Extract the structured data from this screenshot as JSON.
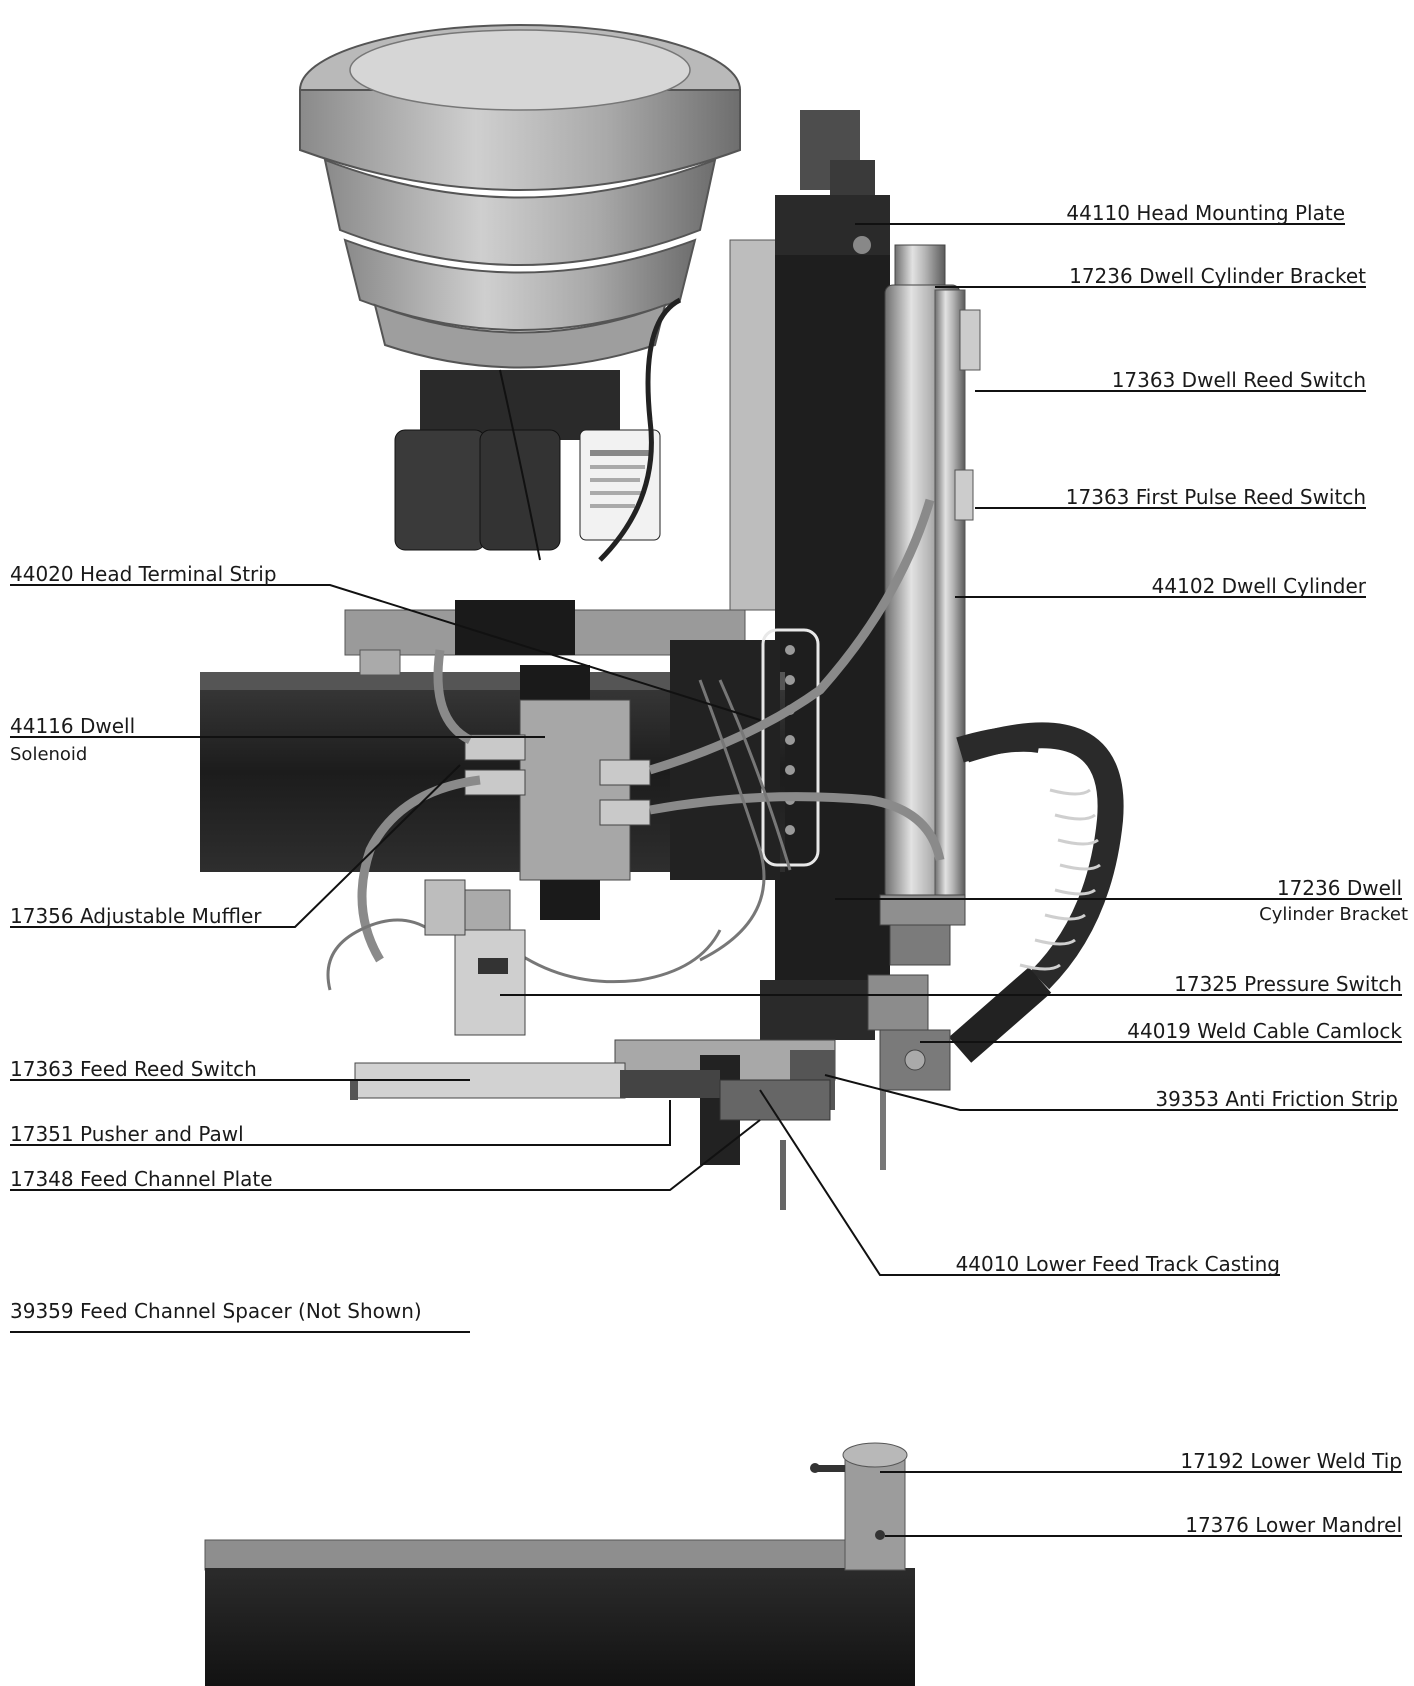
{
  "callouts": {
    "c44110": "44110 Head Mounting Plate",
    "c17236a": "17236 Dwell Cylinder Bracket",
    "c17363a": "17363 Dwell Reed Switch",
    "c17363b": "17363 First Pulse Reed Switch",
    "c44102": "44102 Dwell Cylinder",
    "c44020": "44020 Head Terminal Strip",
    "c44116_l1": "44116 Dwell",
    "c44116_l2": "Solenoid",
    "c17356": "17356 Adjustable Muffler",
    "c17236b_l1": "17236 Dwell",
    "c17236b_l2": "Cylinder Bracket",
    "c17325": "17325 Pressure Switch",
    "c44019": "44019 Weld Cable Camlock",
    "c17363c": "17363 Feed Reed Switch",
    "c39353": "39353 Anti Friction Strip",
    "c17351": "17351 Pusher and Pawl",
    "c17348": "17348 Feed Channel Plate",
    "c44010": "44010 Lower Feed Track Casting",
    "c39359": "39359 Feed Channel Spacer (Not Shown)",
    "c17192": "17192 Lower Weld Tip",
    "c17376": "17376 Lower Mandrel"
  }
}
